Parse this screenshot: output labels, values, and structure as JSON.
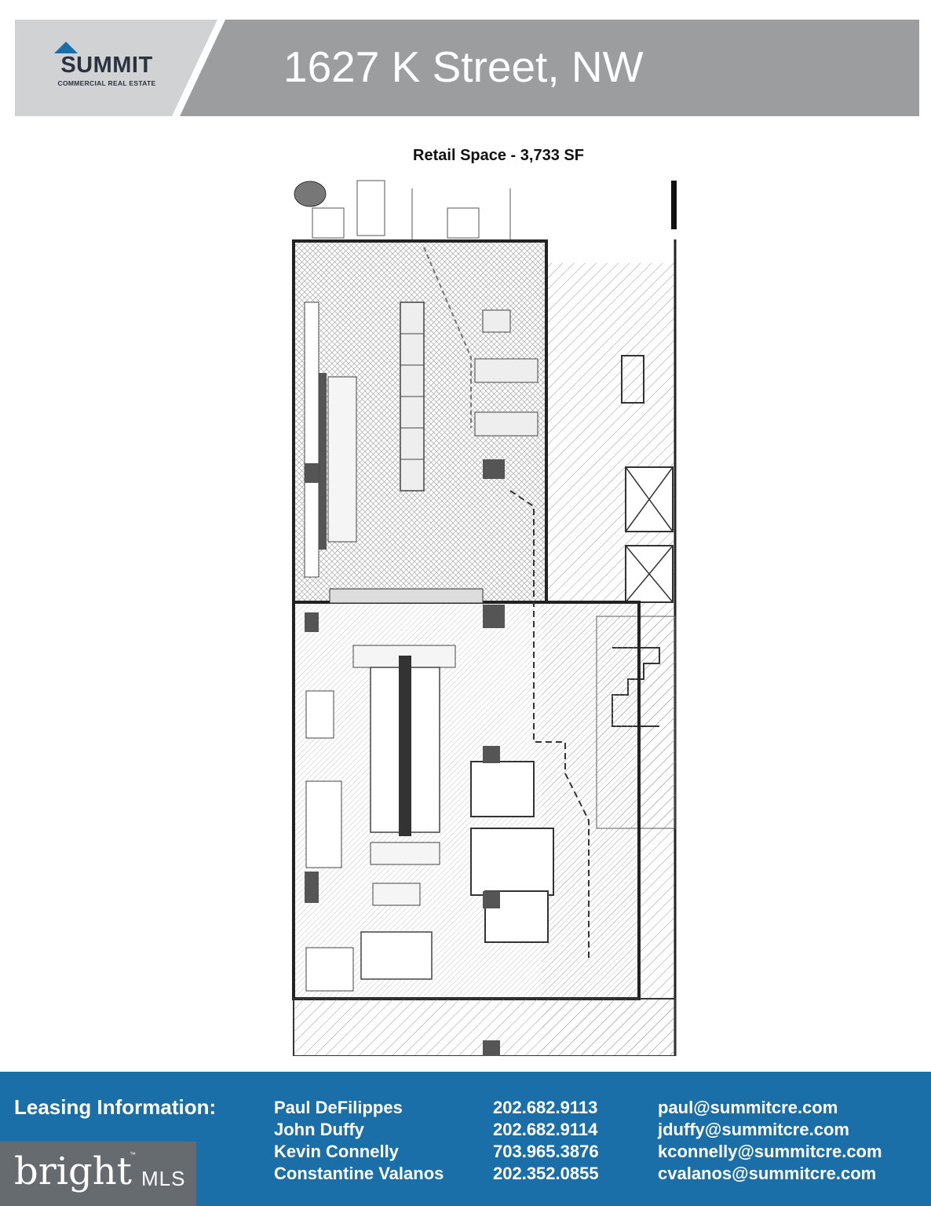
{
  "header": {
    "logo_word": "SUMMIT",
    "logo_subtitle": "COMMERCIAL REAL ESTATE",
    "title": "1627 K Street, NW",
    "colors": {
      "left_band": "#d1d2d4",
      "right_band": "#9c9d9f",
      "logo_accent": "#1b6fa8",
      "logo_text": "#2b3240"
    }
  },
  "plan": {
    "caption": "Retail Space - 3,733 SF"
  },
  "footer": {
    "label": "Leasing Information:",
    "background": "#1b6fa8",
    "contacts": [
      {
        "name": "Paul DeFilippes",
        "phone": "202.682.9113",
        "email": "paul@summitcre.com"
      },
      {
        "name": "John Duffy",
        "phone": "202.682.9114",
        "email": "jduffy@summitcre.com"
      },
      {
        "name": "Kevin Connelly",
        "phone": "703.965.3876",
        "email": "kconnelly@summitcre.com"
      },
      {
        "name": "Constantine Valanos",
        "phone": "202.352.0855",
        "email": "cvalanos@summitcre.com"
      }
    ]
  },
  "watermark": {
    "word": "bright",
    "trademark": "™",
    "suffix": "MLS"
  }
}
